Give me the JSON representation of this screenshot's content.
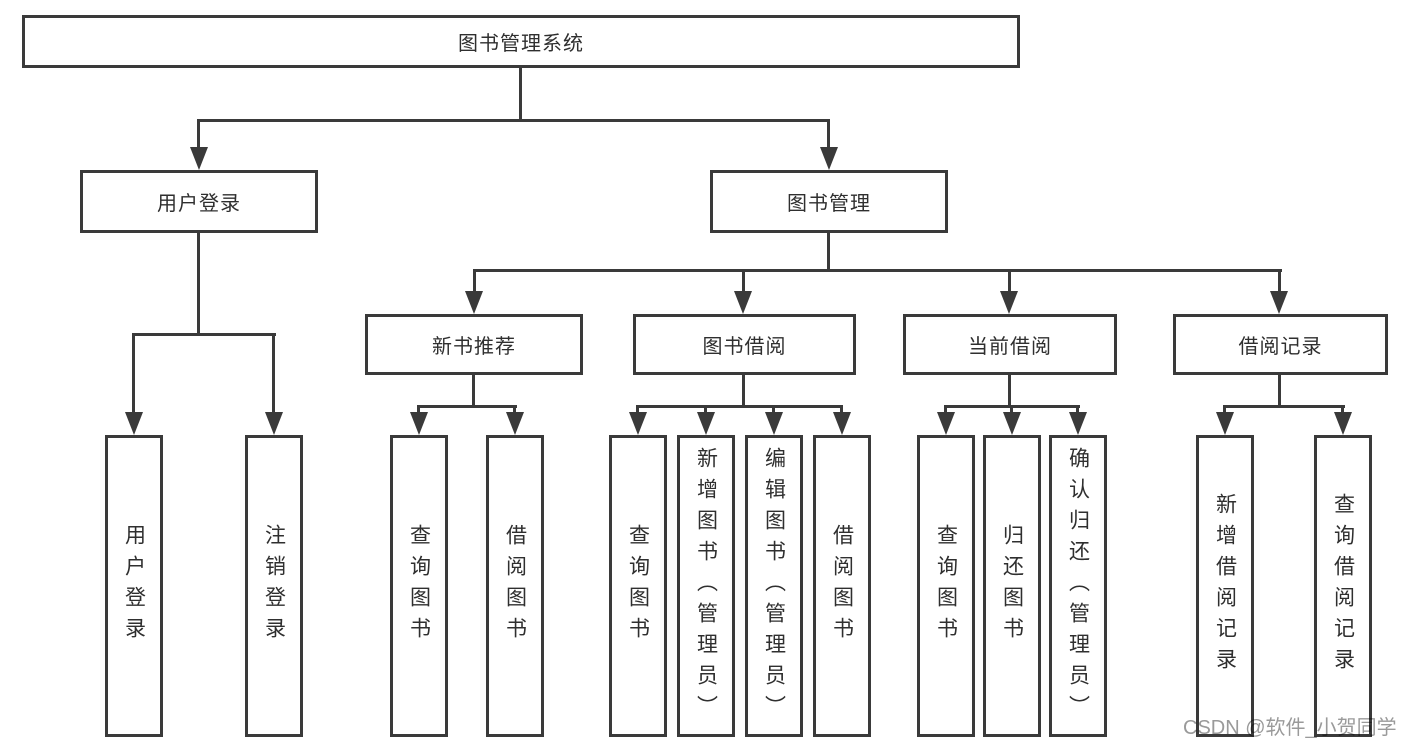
{
  "tree": {
    "root": {
      "label": "图书管理系统"
    },
    "level2": [
      {
        "label": "用户登录",
        "children": [
          {
            "label": "用户登录"
          },
          {
            "label": "注销登录"
          }
        ]
      },
      {
        "label": "图书管理",
        "children": [
          {
            "label": "新书推荐",
            "children": [
              {
                "label": "查询图书"
              },
              {
                "label": "借阅图书"
              }
            ]
          },
          {
            "label": "图书借阅",
            "children": [
              {
                "label": "查询图书"
              },
              {
                "label": "新增图书（管理员）"
              },
              {
                "label": "编辑图书（管理员）"
              },
              {
                "label": "借阅图书"
              }
            ]
          },
          {
            "label": "当前借阅",
            "children": [
              {
                "label": "查询图书"
              },
              {
                "label": "归还图书"
              },
              {
                "label": "确认归还（管理员）"
              }
            ]
          },
          {
            "label": "借阅记录",
            "children": [
              {
                "label": "新增借阅记录"
              },
              {
                "label": "查询借阅记录"
              }
            ]
          }
        ]
      }
    ]
  },
  "watermark": "CSDN @软件_小贺同学",
  "colors": {
    "line": "#3a3a3a",
    "text": "#2f2f2f",
    "watermark": "#9a9a9a"
  }
}
